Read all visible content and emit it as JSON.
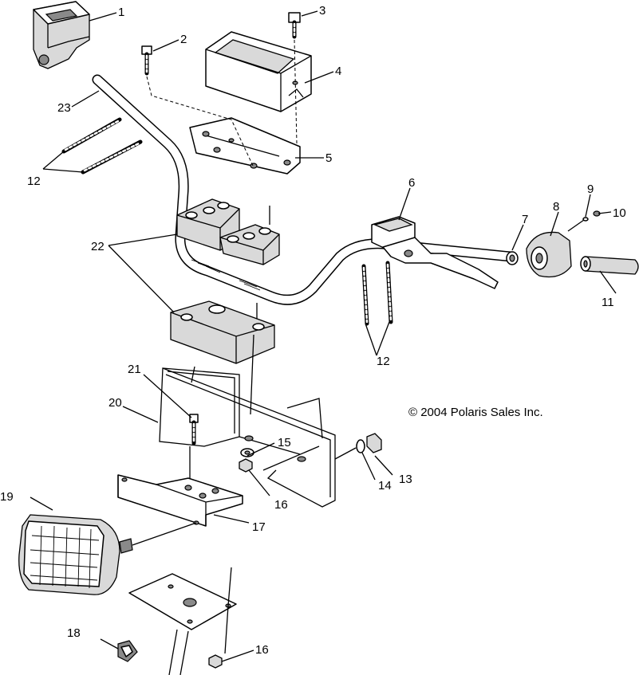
{
  "copyright": "© 2004 Polaris Sales Inc.",
  "callouts": {
    "c1": "1",
    "c2": "2",
    "c3": "3",
    "c4": "4",
    "c5": "5",
    "c6": "6",
    "c7": "7",
    "c8": "8",
    "c9": "9",
    "c10": "10",
    "c11": "11",
    "c12a": "12",
    "c12b": "12",
    "c13": "13",
    "c14": "14",
    "c15": "15",
    "c16a": "16",
    "c16b": "16",
    "c17": "17",
    "c18": "18",
    "c19": "19",
    "c20": "20",
    "c21": "21",
    "c22": "22",
    "c23": "23"
  }
}
